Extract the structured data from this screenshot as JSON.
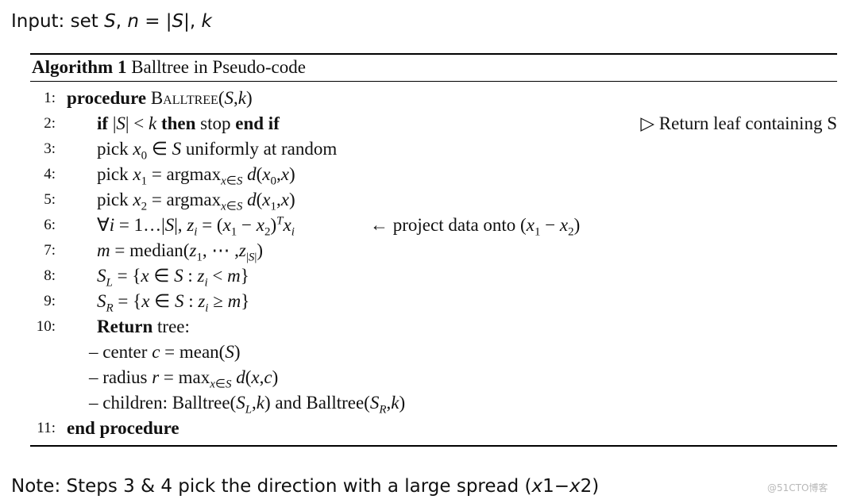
{
  "input": "Input: set S, n = |S|, k",
  "title": {
    "label": "Algorithm 1",
    "text": " Balltree in Pseudo-code"
  },
  "lines": [
    {
      "num": "1:"
    },
    {
      "num": "2:",
      "comment": "▷ Return leaf containing S"
    },
    {
      "num": "3:"
    },
    {
      "num": "4:"
    },
    {
      "num": "5:"
    },
    {
      "num": "6:",
      "comment": "← project data onto (x1 − x2)"
    },
    {
      "num": "7:"
    },
    {
      "num": "8:"
    },
    {
      "num": "9:"
    },
    {
      "num": "10:"
    },
    {
      "num": ""
    },
    {
      "num": ""
    },
    {
      "num": ""
    },
    {
      "num": "11:"
    }
  ],
  "note": "Note: Steps 3 & 4 pick the direction with a large spread (x1−x2)",
  "watermark": "@51CTO博客"
}
